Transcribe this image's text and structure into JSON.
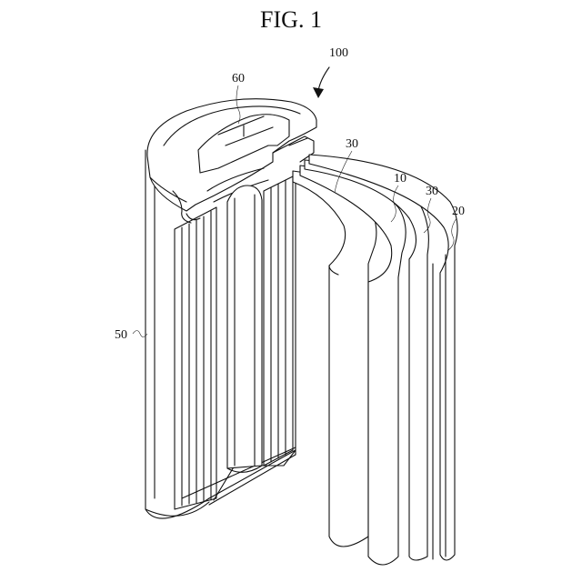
{
  "figure": {
    "title": "FIG. 1",
    "labels": {
      "assembly": "100",
      "cap": "60",
      "separator_inner": "30",
      "electrode_first": "10",
      "separator_outer": "30",
      "electrode_second": "20",
      "can": "50"
    }
  }
}
